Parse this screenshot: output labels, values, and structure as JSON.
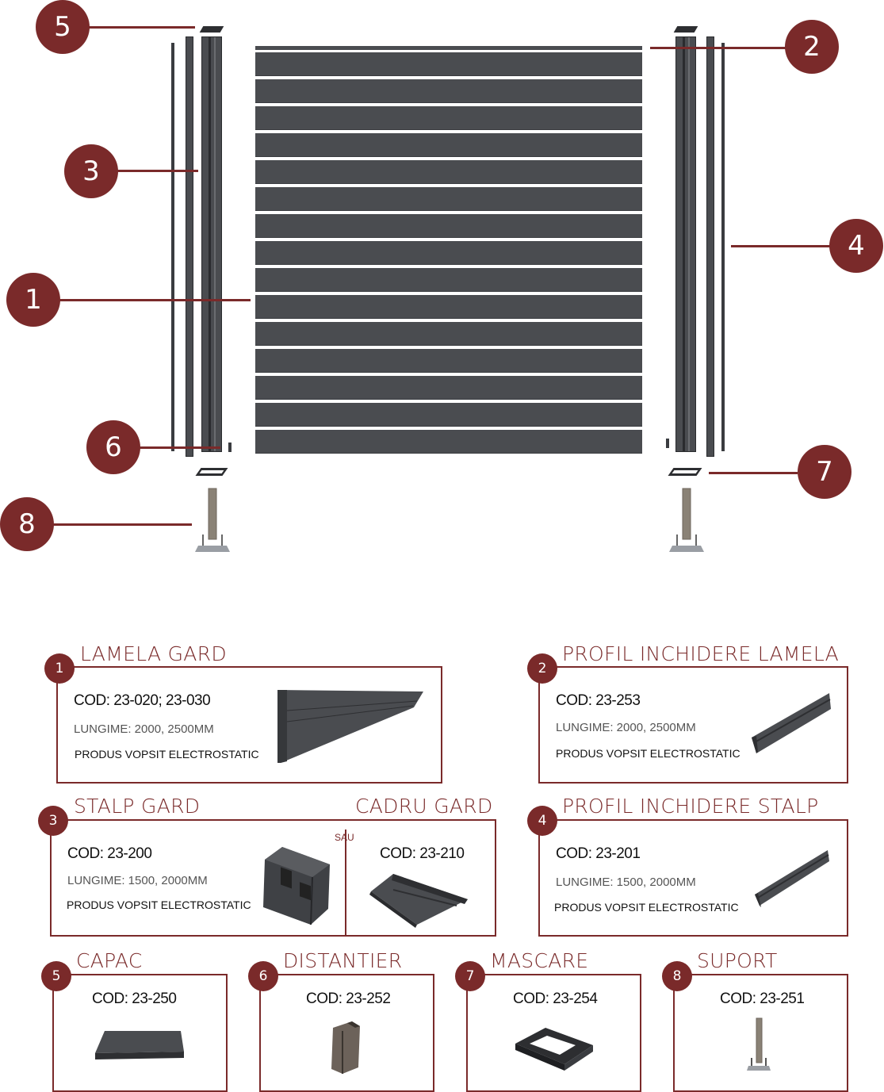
{
  "colors": {
    "accent": "#7a2a2a",
    "metal": "#4a4c50",
    "slat_gap": "#ffffff"
  },
  "callouts": [
    "5",
    "2",
    "3",
    "4",
    "1",
    "6",
    "7",
    "8"
  ],
  "cards": [
    {
      "num": "1",
      "title": "LAMELA GARD",
      "code": "COD: 23-020; 23-030",
      "length": "LUNGIME: 2000, 2500MM",
      "product": "PRODUS VOPSIT ELECTROSTATIC"
    },
    {
      "num": "2",
      "title": "PROFIL INCHIDERE LAMELA",
      "code": "COD: 23-253",
      "length": "LUNGIME: 2000, 2500MM",
      "product": "PRODUS VOPSIT ELECTROSTATIC"
    },
    {
      "num": "3",
      "title": "STALP GARD",
      "code": "COD: 23-200",
      "length": "LUNGIME: 1500, 2000MM",
      "product": "PRODUS VOPSIT ELECTROSTATIC",
      "alt_title": "CADRU GARD",
      "alt_code": "COD: 23-210",
      "sau": "SAU"
    },
    {
      "num": "4",
      "title": "PROFIL INCHIDERE STALP",
      "code": "COD: 23-201",
      "length": "LUNGIME: 1500, 2000MM",
      "product": "PRODUS VOPSIT ELECTROSTATIC"
    },
    {
      "num": "5",
      "title": "CAPAC",
      "code": "COD: 23-250"
    },
    {
      "num": "6",
      "title": "DISTANTIER",
      "code": "COD: 23-252"
    },
    {
      "num": "7",
      "title": "MASCARE",
      "code": "COD: 23-254"
    },
    {
      "num": "8",
      "title": "SUPORT",
      "code": "COD: 23-251"
    }
  ]
}
